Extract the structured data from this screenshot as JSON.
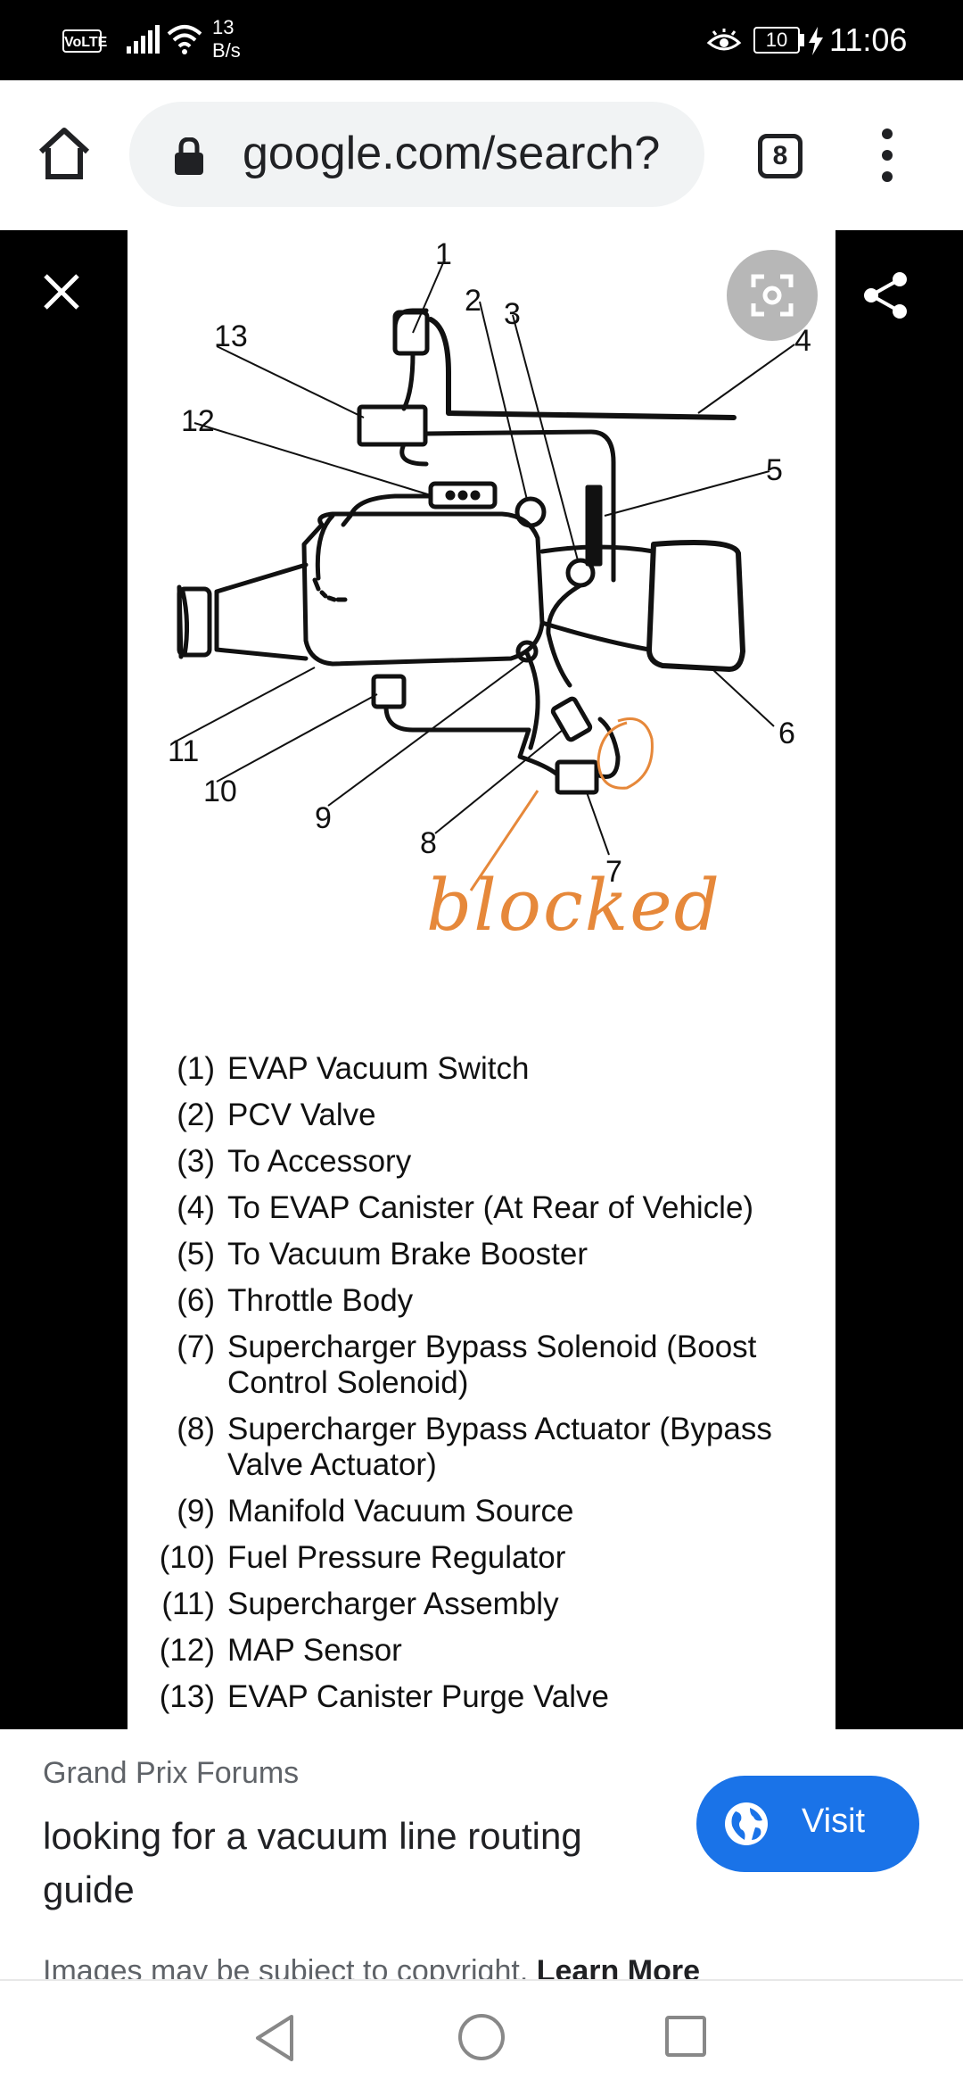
{
  "status_bar": {
    "network_badge": "VoLTE",
    "speed_value": "13",
    "speed_unit": "B/s",
    "battery": "10",
    "time": "11:06"
  },
  "toolbar": {
    "url": "google.com/search?",
    "tab_count": "8"
  },
  "diagram": {
    "callouts": [
      "1",
      "2",
      "3",
      "4",
      "5",
      "6",
      "7",
      "8",
      "9",
      "10",
      "11",
      "12",
      "13"
    ],
    "handwritten_note": "blocked",
    "legend": [
      {
        "num": "(1)",
        "text": "EVAP Vacuum Switch"
      },
      {
        "num": "(2)",
        "text": "PCV Valve"
      },
      {
        "num": "(3)",
        "text": "To Accessory"
      },
      {
        "num": "(4)",
        "text": "To EVAP Canister (At Rear of Vehicle)"
      },
      {
        "num": "(5)",
        "text": "To Vacuum Brake Booster"
      },
      {
        "num": "(6)",
        "text": "Throttle Body"
      },
      {
        "num": "(7)",
        "text": "Supercharger Bypass Solenoid (Boost Control Solenoid)"
      },
      {
        "num": "(8)",
        "text": "Supercharger Bypass Actuator (Bypass Valve Actuator)"
      },
      {
        "num": "(9)",
        "text": "Manifold Vacuum Source"
      },
      {
        "num": "(10)",
        "text": "Fuel Pressure Regulator"
      },
      {
        "num": "(11)",
        "text": "Supercharger Assembly"
      },
      {
        "num": "(12)",
        "text": "MAP Sensor"
      },
      {
        "num": "(13)",
        "text": "EVAP Canister Purge Valve"
      }
    ]
  },
  "info": {
    "source": "Grand Prix Forums",
    "title": "looking for a vacuum line routing guide",
    "visit_label": "Visit",
    "copyright_text": "Images may be subject to copyright.",
    "learn_more": "Learn More"
  },
  "colors": {
    "accent": "#1a73e8",
    "annotation": "#e6883a"
  }
}
